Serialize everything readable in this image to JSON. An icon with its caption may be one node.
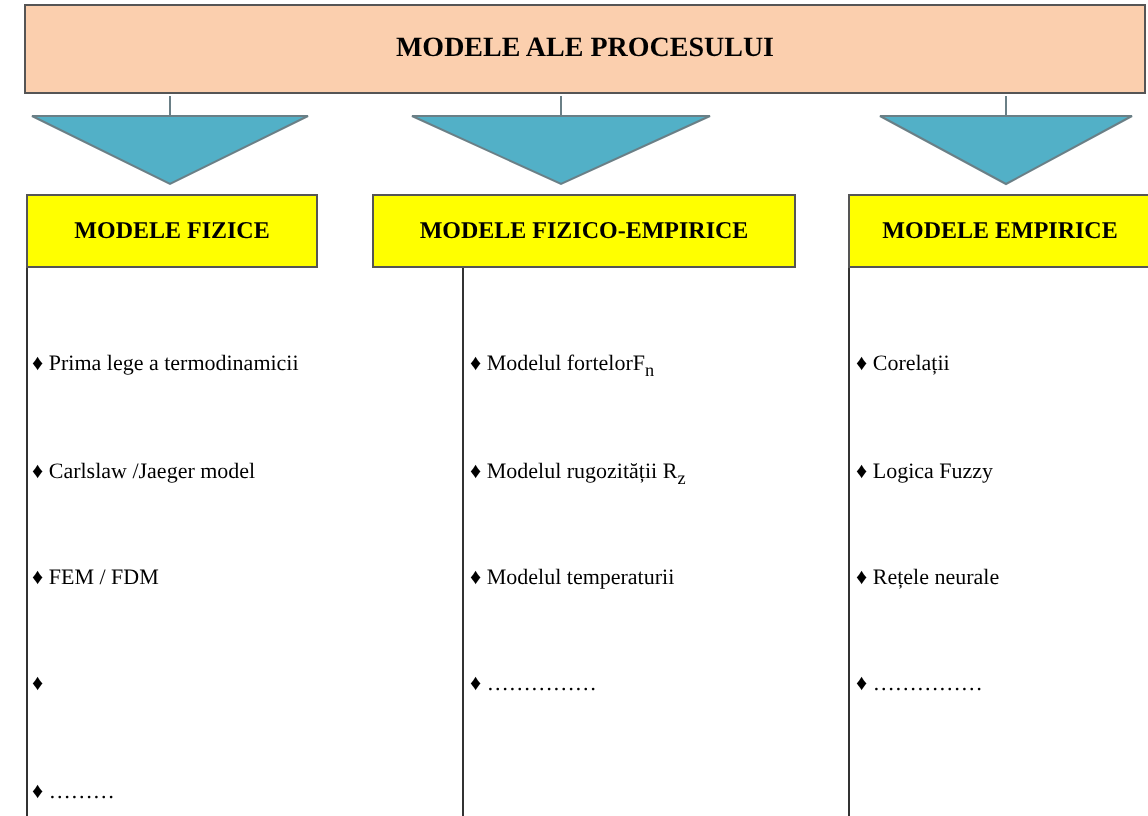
{
  "diagram": {
    "nodes": [
      {
        "text": [
          "MODELE ALE PROCESULUI"
        ]
      },
      {
        "text": [
          "MODELE FIZICE"
        ]
      },
      {
        "text": [
          "MODELE FIZICO-EMPIRICE"
        ]
      },
      {
        "text": [
          "MODELE EMPIRICE"
        ]
      }
    ],
    "edges": [
      {
        "from": 0,
        "to": 1,
        "arrow": "to"
      },
      {
        "from": 0,
        "to": 2,
        "arrow": "to"
      },
      {
        "from": 0,
        "to": 3,
        "arrow": "to"
      }
    ],
    "labels": [
      "♦ Prima lege a termodinamicii",
      "♦ Carlslaw /Jaeger model",
      "♦ FEM / FDM",
      "♦",
      "♦ ………",
      "♦ Modelul fortelorF$_{n}$",
      "♦ Modelul rugozității R$_{z}$",
      "♦ Modelul temperaturii",
      "♦ ……………",
      "♦ Corelații",
      "♦ Logica Fuzzy",
      "♦ Rețele neurale",
      "♦ ……………"
    ]
  }
}
